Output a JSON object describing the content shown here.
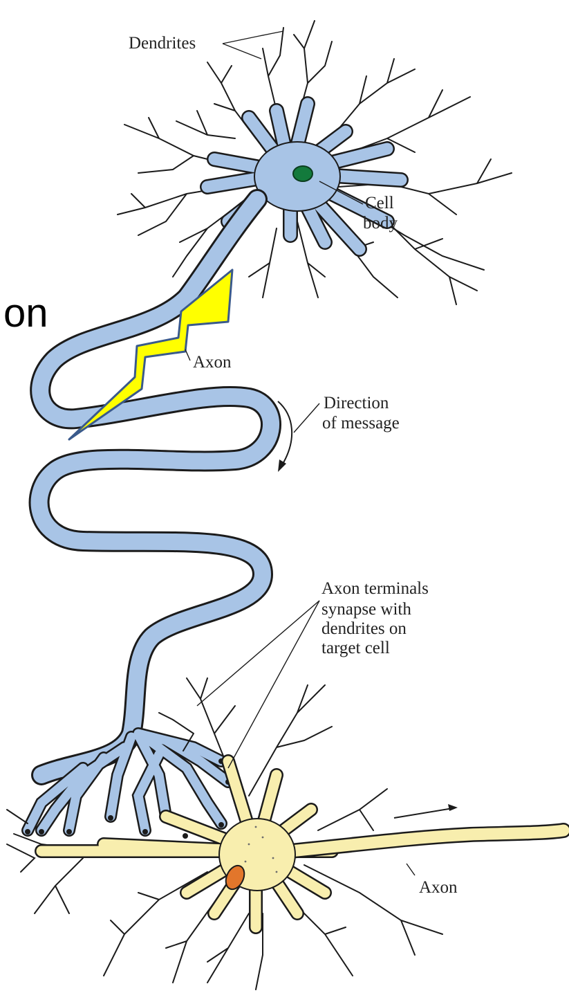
{
  "heading_fragment": "on",
  "labels": {
    "dendrites": "Dendrites",
    "cell_body_line1": "Cell",
    "cell_body_line2": "body",
    "axon_top": "Axon",
    "direction_line1": "Direction",
    "direction_line2": "of message",
    "terminals_line1": "Axon terminals",
    "terminals_line2": "synapse with",
    "terminals_line3": "dendrites on",
    "terminals_line4": "target cell",
    "axon_bottom": "Axon"
  },
  "colors": {
    "upper_neuron": "#a8c4e6",
    "lower_neuron": "#f8eeae",
    "nucleus_upper": "#137a3c",
    "nucleus_lower": "#e2762b",
    "signal_bolt": "#ffff00",
    "signal_outline": "#3a5a8c"
  }
}
